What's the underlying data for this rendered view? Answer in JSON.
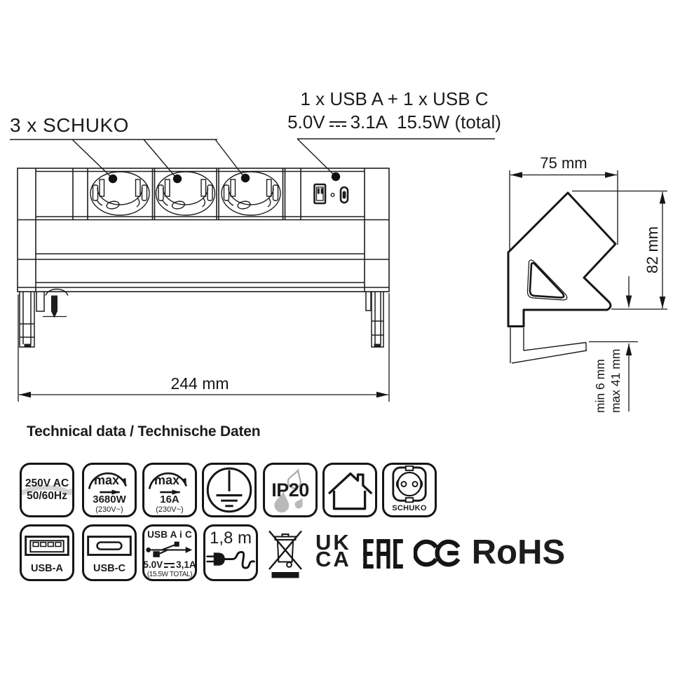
{
  "colors": {
    "ink": "#1c1c1c",
    "accent_gray": "#b5b5b5"
  },
  "annotations": {
    "schuko_callout": "3 x SCHUKO",
    "usb_callout_line1": "1 x USB A + 1 x USB C",
    "usb_callout_v": "5.0V",
    "usb_callout_rest": "3.1A  15.5W (total)"
  },
  "dimensions": {
    "width": "244 mm",
    "depth": "75 mm",
    "height": "82 mm",
    "clamp_min": "min 6 mm",
    "clamp_max": "max 41 mm"
  },
  "tech": {
    "heading": "Technical data / Technische Daten",
    "voltage": {
      "l1": "250V AC",
      "l2": "50/60Hz"
    },
    "max_power": {
      "label": "max",
      "value": "3680W",
      "note": "(230V~)"
    },
    "max_current": {
      "label": "max",
      "value": "16A",
      "note": "(230V~)"
    },
    "ip_rating": "IP20",
    "schuko_label": "SCHUKO",
    "usb_a_label": "USB-A",
    "usb_c_label": "USB-C",
    "usb_combo": {
      "title": "USB A i C",
      "v": "5.0V",
      "a": "3,1A",
      "note": "(15.5W TOTAL)"
    },
    "cable_length": "1,8 m",
    "ukca": {
      "l1": "UK",
      "l2": "CA"
    },
    "eac": "EAC",
    "ce": "CE",
    "rohs": "RoHS"
  }
}
